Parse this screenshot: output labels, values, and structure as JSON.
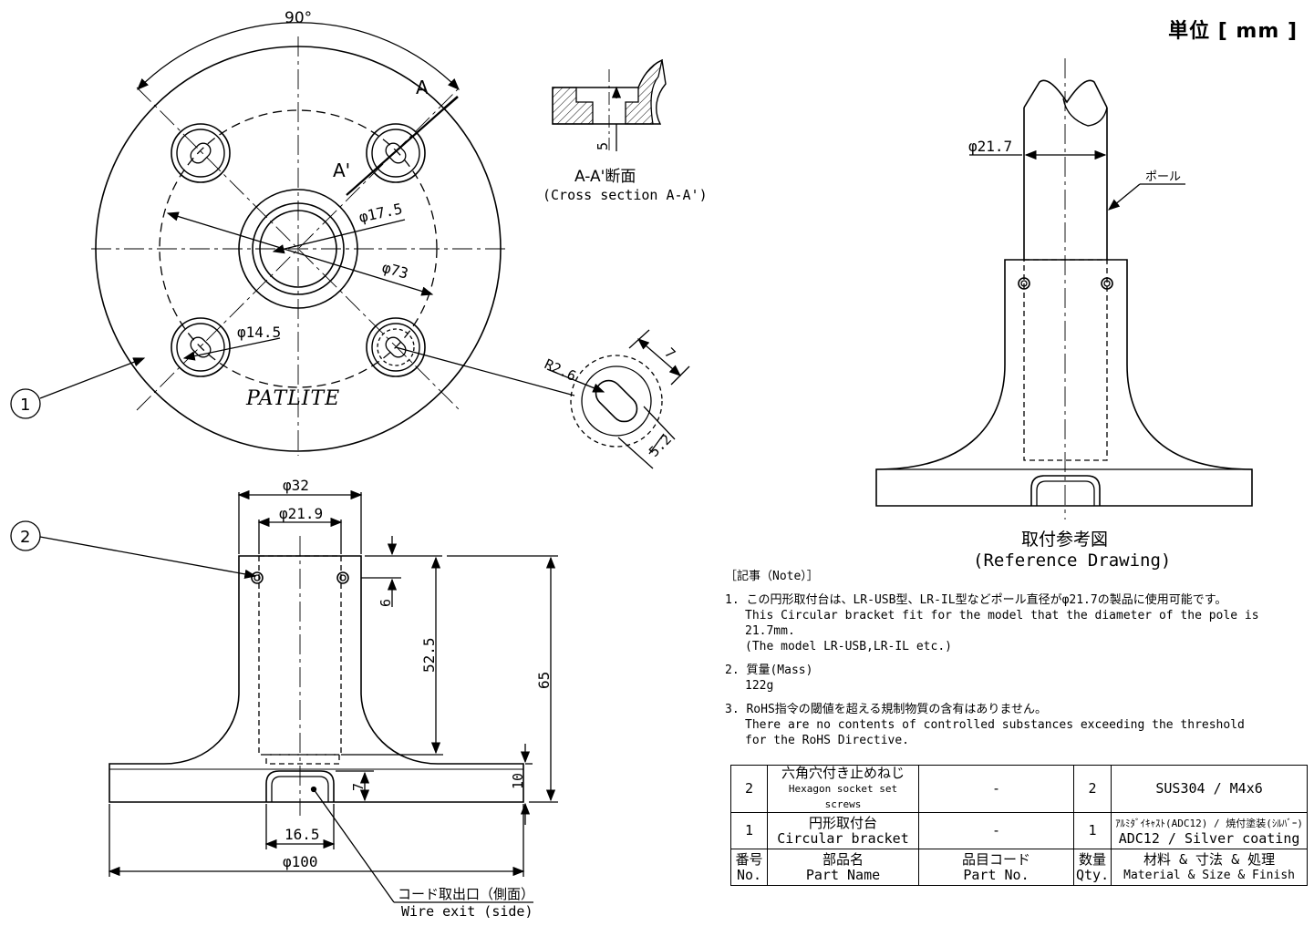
{
  "unit_label": "単位 [ mm ]",
  "top_view": {
    "angle": "90°",
    "section_mark": "A",
    "section_mark_prime": "A'",
    "dim_inner": "φ17.5",
    "dim_pcd": "φ73",
    "dim_hole": "φ14.5",
    "brand": "PATLITE",
    "balloon_1": "1"
  },
  "section_view": {
    "dim": "5",
    "title_jp": "A-A'断面",
    "title_en": "(Cross section A-A')"
  },
  "detail_view": {
    "dim_r": "R2.6",
    "dim_7": "7",
    "dim_52": "5.2"
  },
  "side_view": {
    "balloon_2": "2",
    "dim_32": "φ32",
    "dim_219": "φ21.9",
    "dim_6": "6",
    "dim_525": "52.5",
    "dim_65": "65",
    "dim_10": "10",
    "dim_7": "7",
    "dim_165": "16.5",
    "dim_100": "φ100",
    "wire_jp": "コード取出口（側面）",
    "wire_en": "Wire exit (side)"
  },
  "reference": {
    "dim_pole": "φ21.7",
    "pole_label": "ポール",
    "title_jp": "取付参考図",
    "title_en": "(Reference Drawing)"
  },
  "notes": {
    "header": "［記事（Note）］",
    "n1_jp": "1. この円形取付台は、LR-USB型、LR-IL型などポール直径がφ21.7の製品に使用可能です。",
    "n1_en1": "This Circular bracket fit for the model that the diameter of the pole is 21.7mm.",
    "n1_en2": "(The model LR-USB,LR-IL etc.)",
    "n2_jp": "2. 質量(Mass)",
    "n2_val": "122g",
    "n3_jp": "3. RoHS指令の閾値を超える規制物質の含有はありません。",
    "n3_en1": "There are no contents of controlled substances exceeding the threshold",
    "n3_en2": "for the RoHS Directive."
  },
  "parts_table": {
    "rows": [
      {
        "no": "2",
        "name_jp": "六角穴付き止めねじ",
        "name_en": "Hexagon socket set screws",
        "code": "-",
        "qty": "2",
        "mat1": "",
        "mat2": "SUS304 / M4x6"
      },
      {
        "no": "1",
        "name_jp": "円形取付台",
        "name_en": "Circular bracket",
        "code": "-",
        "qty": "1",
        "mat1": "ｱﾙﾐﾀﾞｲｷｬｽﾄ(ADC12) / 焼付塗装(ｼﾙﾊﾞｰ)",
        "mat2": "ADC12 / Silver coating"
      }
    ],
    "header": {
      "no_jp": "番号",
      "no_en": "No.",
      "name_jp": "部品名",
      "name_en": "Part Name",
      "code_jp": "品目コード",
      "code_en": "Part No.",
      "qty_jp": "数量",
      "qty_en": "Qty.",
      "mat_jp": "材料 & 寸法 & 処理",
      "mat_en": "Material & Size & Finish"
    }
  }
}
